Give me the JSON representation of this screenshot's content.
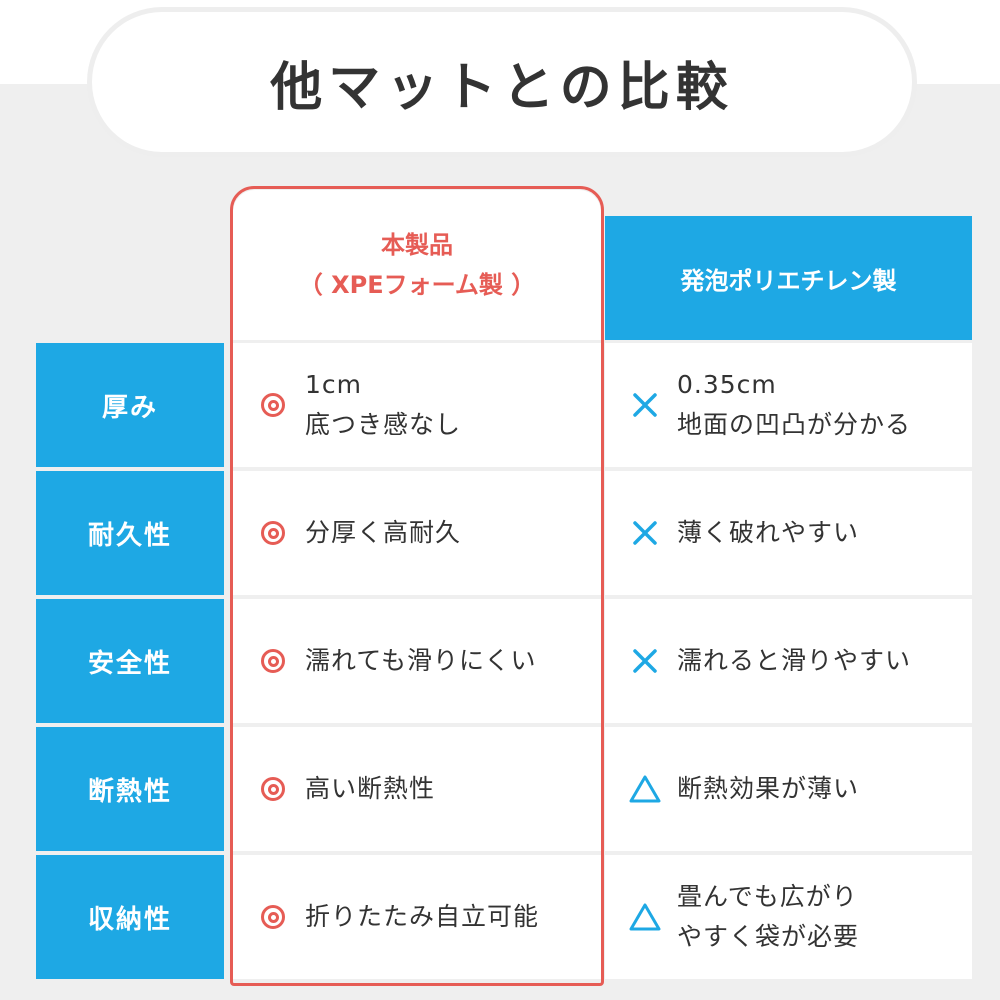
{
  "title": "他マットとの比較",
  "colors": {
    "accent_red": "#e65c55",
    "accent_blue": "#1ea8e4"
  },
  "columns": {
    "own": {
      "line1": "本製品",
      "line2": "（ XPEフォーム製 ）"
    },
    "other": {
      "label": "発泡ポリエチレン製"
    }
  },
  "rows": [
    {
      "label": "厚み",
      "own": {
        "mark": "double-circle-icon",
        "text": "1cm\n底つき感なし"
      },
      "other": {
        "mark": "cross-icon",
        "text": "0.35cm\n地面の凹凸が分かる"
      }
    },
    {
      "label": "耐久性",
      "own": {
        "mark": "double-circle-icon",
        "text": "分厚く高耐久"
      },
      "other": {
        "mark": "cross-icon",
        "text": "薄く破れやすい"
      }
    },
    {
      "label": "安全性",
      "own": {
        "mark": "double-circle-icon",
        "text": "濡れても滑りにくい"
      },
      "other": {
        "mark": "cross-icon",
        "text": "濡れると滑りやすい"
      }
    },
    {
      "label": "断熱性",
      "own": {
        "mark": "double-circle-icon",
        "text": "高い断熱性"
      },
      "other": {
        "mark": "triangle-icon",
        "text": "断熱効果が薄い"
      }
    },
    {
      "label": "収納性",
      "own": {
        "mark": "double-circle-icon",
        "text": "折りたたみ自立可能"
      },
      "other": {
        "mark": "triangle-icon",
        "text": "畳んでも広がり\nやすく袋が必要"
      }
    }
  ]
}
